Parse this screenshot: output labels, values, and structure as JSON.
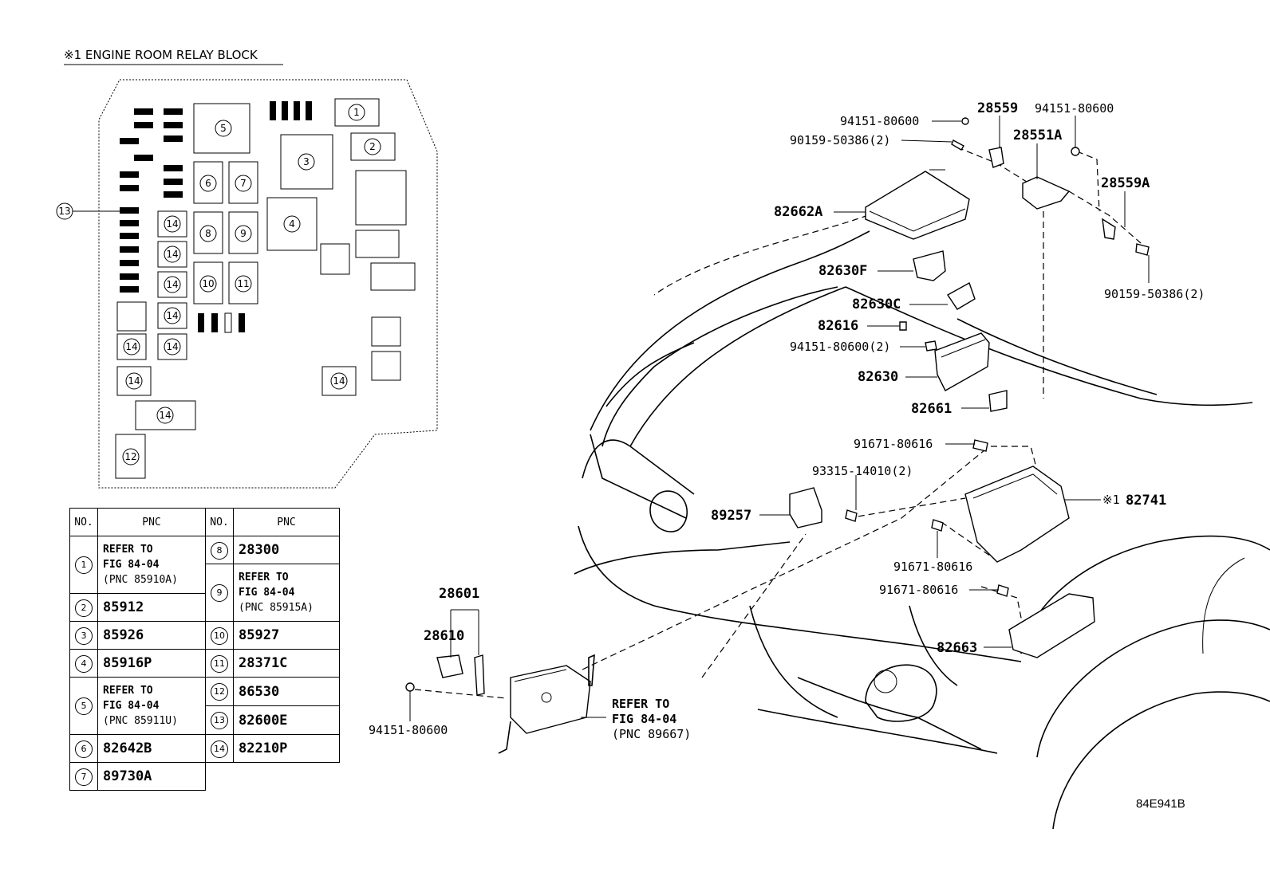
{
  "relay_block_title": "※1 ENGINE ROOM RELAY BLOCK",
  "relay_numbers": [
    "1",
    "2",
    "3",
    "4",
    "5",
    "6",
    "7",
    "8",
    "9",
    "10",
    "11",
    "12",
    "13",
    "14"
  ],
  "table": {
    "headers": [
      "NO.",
      "PNC",
      "NO.",
      "PNC"
    ],
    "left": [
      {
        "no": "1",
        "lines": [
          "REFER TO",
          "FIG 84-04",
          "(PNC 85910A)"
        ]
      },
      {
        "no": "2",
        "pnc": "85912"
      },
      {
        "no": "3",
        "pnc": "85926"
      },
      {
        "no": "4",
        "pnc": "85916P"
      },
      {
        "no": "5",
        "lines": [
          "REFER TO",
          "FIG 84-04",
          "(PNC 85911U)"
        ]
      },
      {
        "no": "6",
        "pnc": "82642B"
      },
      {
        "no": "7",
        "pnc": "89730A"
      }
    ],
    "right": [
      {
        "no": "8",
        "pnc": "28300"
      },
      {
        "no": "9",
        "lines": [
          "REFER TO",
          "FIG 84-04",
          "(PNC 85915A)"
        ]
      },
      {
        "no": "10",
        "pnc": "85927"
      },
      {
        "no": "11",
        "pnc": "28371C"
      },
      {
        "no": "12",
        "pnc": "86530"
      },
      {
        "no": "13",
        "pnc": "82600E"
      },
      {
        "no": "14",
        "pnc": "82210P"
      }
    ]
  },
  "parts": {
    "p94151_80600_top": "94151-80600",
    "p90159_50386_2_top": "90159-50386(2)",
    "p28559": "28559",
    "p94151_80600_right": "94151-80600",
    "p28551A": "28551A",
    "p28559A": "28559A",
    "p82662A": "82662A",
    "p90159_50386_2_right": "90159-50386(2)",
    "p82630F": "82630F",
    "p82630C": "82630C",
    "p82616": "82616",
    "p94151_80600_2": "94151-80600(2)",
    "p82630": "82630",
    "p82661": "82661",
    "p91671_80616_a": "91671-80616",
    "p93315_14010_2": "93315-14010(2)",
    "p89257": "89257",
    "p82741_mark": "※1",
    "p82741": "82741",
    "p91671_80616_b": "91671-80616",
    "p91671_80616_c": "91671-80616",
    "p82663": "82663",
    "p28601": "28601",
    "p28610": "28610",
    "p94151_80600_bottom": "94151-80600",
    "refer_lines": [
      "REFER TO",
      "FIG 84-04",
      "(PNC 89667)"
    ]
  },
  "diagram_id": "84E941B"
}
